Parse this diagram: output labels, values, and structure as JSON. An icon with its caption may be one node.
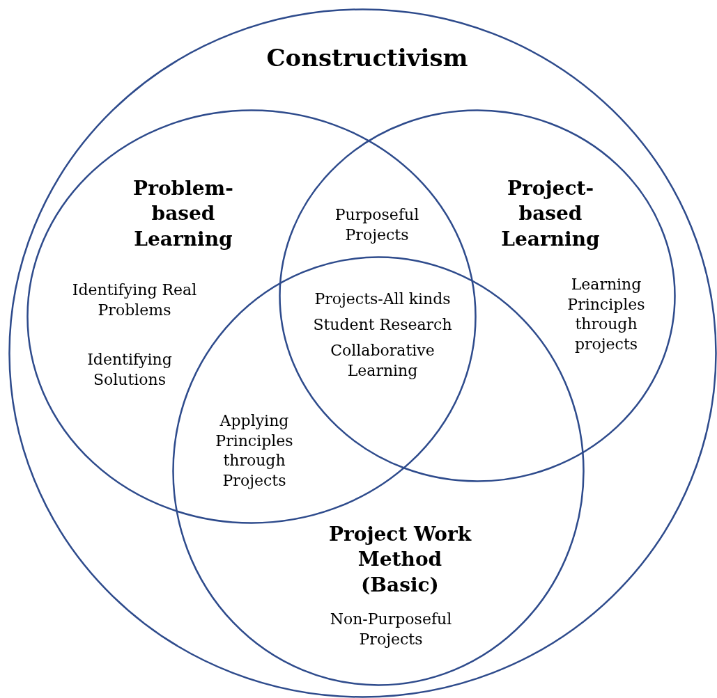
{
  "diagram": {
    "nodes": [
      {
        "text": [
          "Constructivism"
        ]
      },
      {
        "text": [
          "Problem-based Learning",
          "Identifying Real Problems",
          "Identifying Solutions"
        ],
        "in": 0
      },
      {
        "text": [
          "Project-based Learning",
          "Learning Principles through projects"
        ],
        "in": 0
      },
      {
        "text": [
          "Project Work Method (Basic)",
          "Non-Purposeful Projects"
        ],
        "in": 0
      }
    ],
    "labels": [
      "Purposeful Projects",
      "Projects-All kinds",
      "Student Research",
      "Collaborative Learning",
      "Applying Principles through Projects"
    ]
  }
}
